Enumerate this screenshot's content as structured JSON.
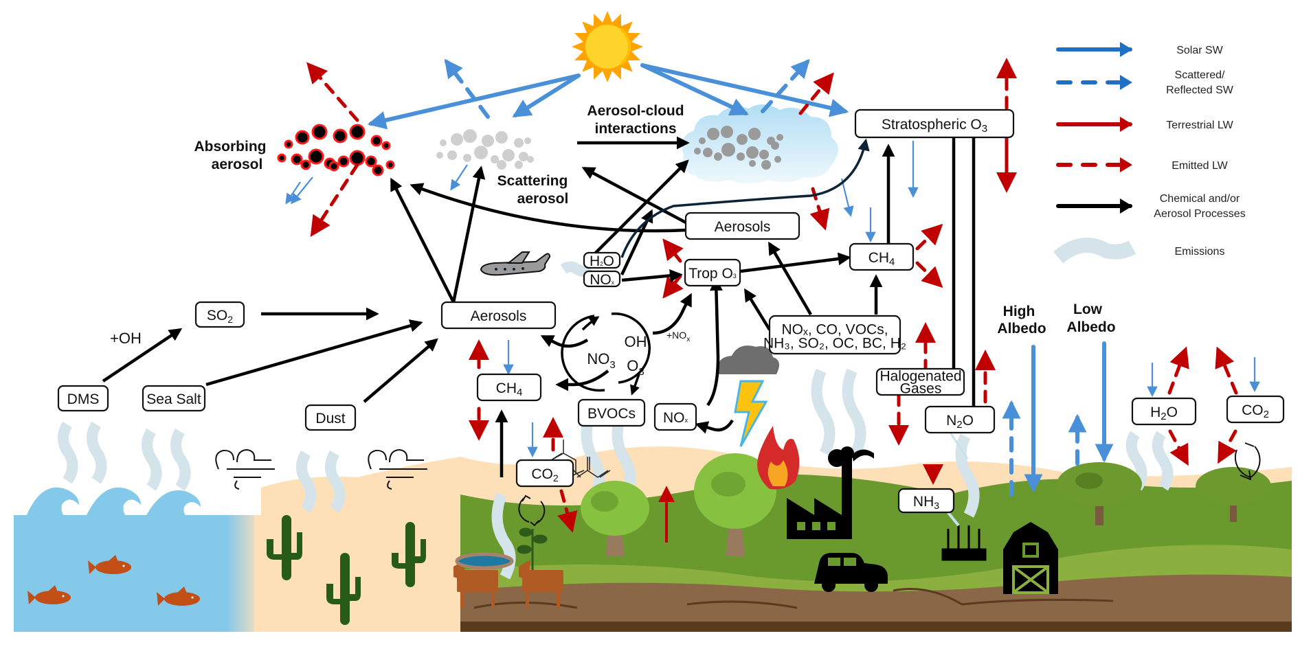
{
  "title_labels": {
    "absorbing_aerosol": [
      "Absorbing",
      "aerosol"
    ],
    "scattering_aerosol": [
      "Scattering",
      "aerosol"
    ],
    "aerosol_cloud": [
      "Aerosol-cloud",
      "interactions"
    ],
    "high_albedo": [
      "High",
      "Albedo"
    ],
    "low_albedo": [
      "Low",
      "Albedo"
    ],
    "plus_oh": "+OH",
    "plus_nox": "+NO",
    "plus_nox_sub": "x"
  },
  "boxes": {
    "stratospheric_o3": {
      "text": "Stratospheric O",
      "sub": "3"
    },
    "aerosols_upper": {
      "text": "Aerosols"
    },
    "aerosols_lower": {
      "text": "Aerosols"
    },
    "ch4_upper": {
      "text": "CH",
      "sub": "4"
    },
    "ch4_lower": {
      "text": "CH",
      "sub": "4"
    },
    "trop_o3": {
      "text": "Trop O",
      "sub": "3"
    },
    "h2o_aircraft": {
      "text": "H",
      "sub": "2",
      "tail": "O"
    },
    "nox_aircraft": {
      "text": "NO",
      "sub": "x"
    },
    "so2": {
      "text": "SO",
      "sub": "2"
    },
    "dms": {
      "text": "DMS"
    },
    "sea_salt": {
      "text": "Sea Salt"
    },
    "dust": {
      "text": "Dust"
    },
    "bvocs": {
      "text": "BVOCs"
    },
    "nox_lightning": {
      "text": "NO",
      "sub": "x"
    },
    "co2_left": {
      "text": "CO",
      "sub": "2"
    },
    "precursors_line1": "NOₓ, CO, VOCs,",
    "precursors_line2": "NH₃, SO₂, OC, BC, H₂",
    "halogenated": [
      "Halogenated",
      "Gases"
    ],
    "n2o": {
      "text": "N",
      "sub": "2",
      "tail": "O"
    },
    "nh3": {
      "text": "NH",
      "sub": "3"
    },
    "h2o_right": {
      "text": "H",
      "sub": "2",
      "tail": "O"
    },
    "co2_right": {
      "text": "CO",
      "sub": "2"
    }
  },
  "oxidants": {
    "no3": {
      "text": "NO",
      "sub": "3"
    },
    "oh": "OH",
    "o3": {
      "text": "O",
      "sub": "3"
    }
  },
  "legend": [
    {
      "label": [
        "Solar SW"
      ],
      "style": "solid",
      "color": "#1f6fc5"
    },
    {
      "label": [
        "Scattered/",
        "Reflected SW"
      ],
      "style": "dashed",
      "color": "#1f6fc5"
    },
    {
      "label": [
        "Terrestrial LW"
      ],
      "style": "solid",
      "color": "#c00000"
    },
    {
      "label": [
        "Emitted LW"
      ],
      "style": "dashed",
      "color": "#c00000"
    },
    {
      "label": [
        "Chemical and/or",
        "Aerosol  Processes"
      ],
      "style": "solid",
      "color": "#000000"
    },
    {
      "label": [
        "Emissions"
      ],
      "style": "emission",
      "color": "#d5e4ea"
    }
  ],
  "colors": {
    "solar_sw": "#4a90d9",
    "longwave": "#c00000",
    "chemical": "#000000",
    "emissions": "#d5e4ea",
    "ocean": "#84c9ea",
    "desert": "#fde0b8",
    "grass": "#6a9a2e",
    "soil": "#8a6747",
    "sun_core": "#ffd42a",
    "sun_rays": "#ffa400",
    "cloud": "#bde3f5"
  },
  "icons": [
    "sun-icon",
    "cloud-icon",
    "airplane-icon",
    "storm-cloud-icon",
    "lightning-icon",
    "fire-icon",
    "factory-icon",
    "car-icon",
    "barn-icon",
    "wheat-icon",
    "tree-icon",
    "cactus-icon",
    "fish-icon",
    "wave-icon",
    "wind-icon",
    "cow-icon",
    "plant-icon",
    "pond-icon",
    "recycle-icon"
  ]
}
